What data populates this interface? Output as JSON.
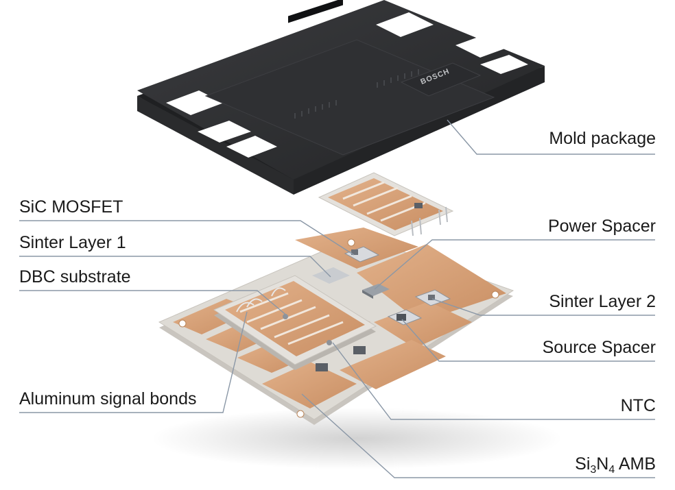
{
  "labels": {
    "mold_package": "Mold package",
    "sic_mosfet": "SiC MOSFET",
    "power_spacer": "Power Spacer",
    "sinter_layer_1": "Sinter Layer 1",
    "dbc_substrate": "DBC substrate",
    "sinter_layer_2": "Sinter Layer 2",
    "source_spacer": "Source Spacer",
    "aluminum_signal_bonds": "Aluminum signal bonds",
    "ntc": "NTC",
    "si3n4_amb": {
      "pre": "Si",
      "sub1": "3",
      "mid": "N",
      "sub2": "4",
      "post": " AMB"
    }
  },
  "package": {
    "logo_text": "BOSCH"
  },
  "colors": {
    "mold": "#2b2c2e",
    "mold_edge": "#3c3d40",
    "copper": "#d7a279",
    "copper_dark": "#b98458",
    "ceramic": "#d9d6d1",
    "leader": "#8a97a6"
  }
}
